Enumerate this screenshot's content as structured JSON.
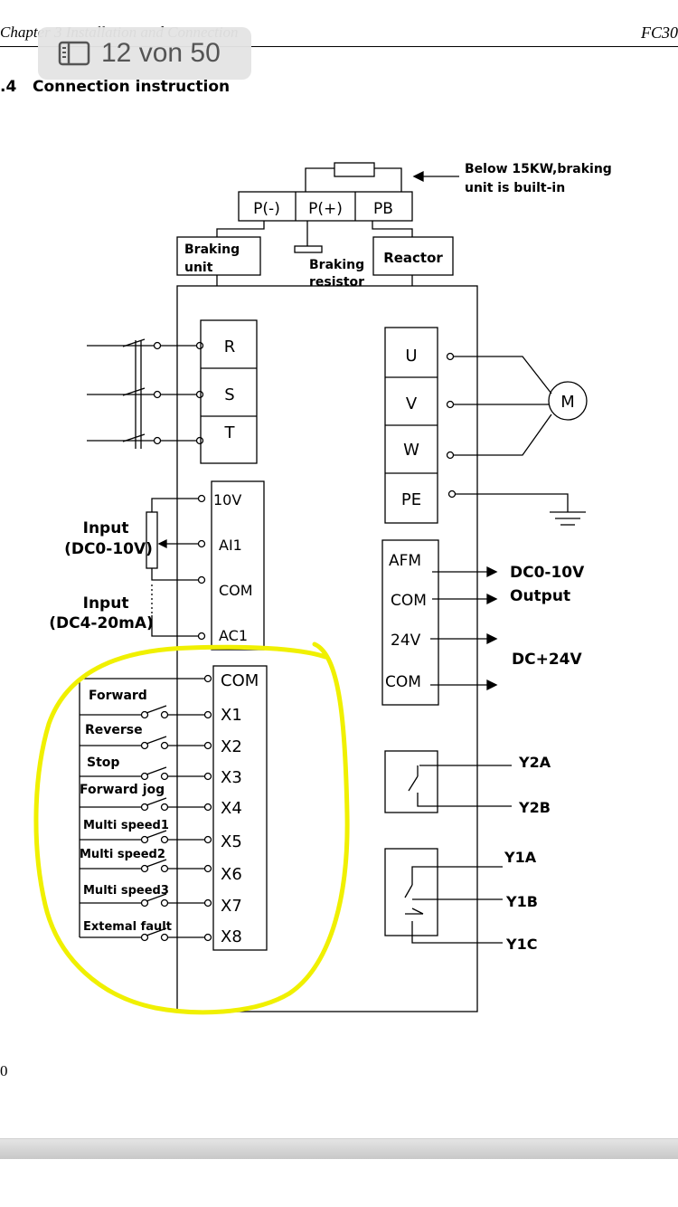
{
  "header": {
    "chapter": "Chapter 3  Installation and Connection",
    "model": "FC30"
  },
  "section": {
    "number": ".4",
    "title": "Connection instruction"
  },
  "pager": {
    "label": "12 von 50"
  },
  "footer": {
    "page_number": "0"
  },
  "diagram": {
    "bus": {
      "terminals": [
        "P(-)",
        "P(+)",
        "PB"
      ],
      "note": "Below 15KW,braking unit is built-in"
    },
    "braking_unit": "Braking unit",
    "braking_resistor": "Braking resistor",
    "reactor": "Reactor",
    "input_terminals": [
      "R",
      "S",
      "T"
    ],
    "output_terminals": [
      "U",
      "V",
      "W",
      "PE"
    ],
    "motor": "M",
    "analog_terminals": [
      "10V",
      "AI1",
      "COM",
      "AC1"
    ],
    "input_voltage_label": "Input (DC0-10V)",
    "input_current_label": "Input (DC4-20mA)",
    "analog_output_terminals": [
      "AFM",
      "COM",
      "24V",
      "COM"
    ],
    "analog_output_labels": [
      "DC0-10V",
      "Output",
      "DC+24V"
    ],
    "digital_terminals": [
      "COM",
      "X1",
      "X2",
      "X3",
      "X4",
      "X5",
      "X6",
      "X7",
      "X8"
    ],
    "switch_labels": [
      "Forward",
      "Reverse",
      "Stop",
      "Forward jog",
      "Multi speed1",
      "Multi speed2",
      "Multi speed3",
      "Extemal fault"
    ],
    "relay_y2": [
      "Y2A",
      "Y2B"
    ],
    "relay_y1": [
      "Y1A",
      "Y1B",
      "Y1C"
    ],
    "highlight_color": "#f0f000"
  }
}
